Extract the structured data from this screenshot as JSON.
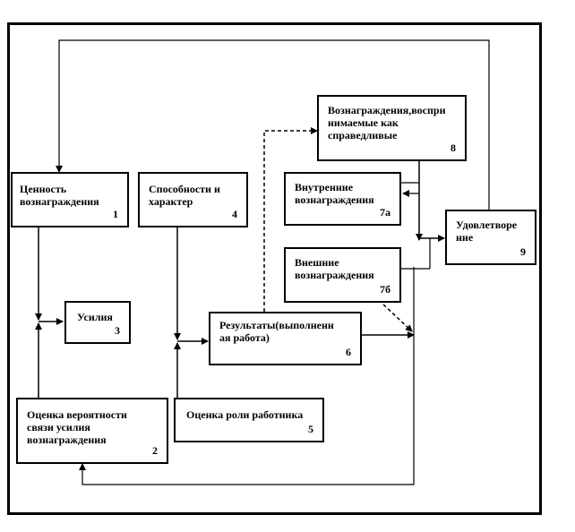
{
  "boxes": {
    "b1": {
      "text": "Ценность\nвознаграждения",
      "num": "1"
    },
    "b2": {
      "text": "Оценка вероятности\nсвязи усилия\nвознаграждения",
      "num": "2"
    },
    "b3": {
      "text": "Усилия",
      "num": "3"
    },
    "b4": {
      "text": "Способности и\nхарактер",
      "num": "4"
    },
    "b5": {
      "text": "Оценка роли работника",
      "num": "5"
    },
    "b6": {
      "text": "Результаты(выполненн\nая работа)",
      "num": "6"
    },
    "b7a": {
      "text": "Внутренние\nвознаграждения",
      "num": "7а"
    },
    "b7b": {
      "text": "Внешние\nвознаграждения",
      "num": "7б"
    },
    "b8": {
      "text": "Вознаграждения,воспри\nнимаемые как\nсправедливые",
      "num": "8"
    },
    "b9": {
      "text": "Удовлетворе\nние",
      "num": "9"
    }
  },
  "colors": {
    "line": "#000000",
    "background": "#ffffff"
  }
}
